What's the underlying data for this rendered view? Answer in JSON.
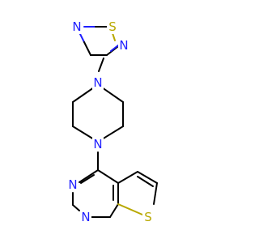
{
  "molecule": {
    "atoms": {
      "n_thiadiazole_top": "N",
      "s_thiadiazole": "S",
      "n_thiadiazole_right": "N",
      "n_piperazine_top": "N",
      "n_piperazine_bottom": "N",
      "n_pyrimidine_left": "N",
      "n_pyrimidine_bottom": "N",
      "s_thiophene": "S"
    },
    "colors": {
      "carbon_bond": "#000000",
      "nitrogen": "#1f1fff",
      "sulfur": "#b8a800"
    }
  }
}
